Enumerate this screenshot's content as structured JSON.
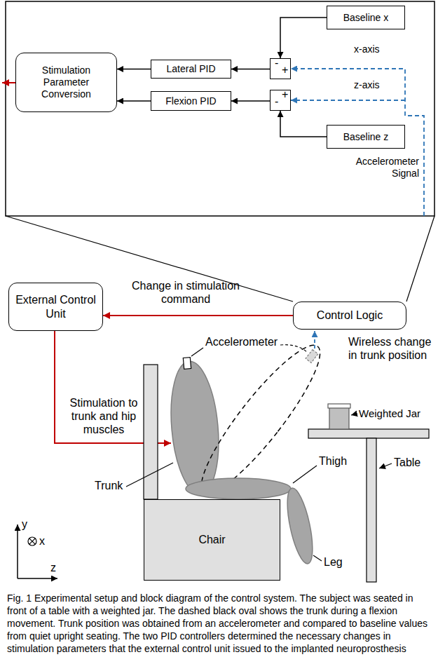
{
  "diagram": {
    "caption": "Fig. 1 Experimental setup and block diagram of the control system. The subject was seated in front of a table with a weighted jar. The dashed black oval shows the trunk during a flexion movement. Trunk position was obtained from an accelerometer and compared to baseline values from quiet upright seating. The two PID controllers determined the necessary changes in stimulation parameters that the external control unit issued to the implanted neuroprosthesis",
    "nodes": [
      {
        "text": [
          "Baseline x"
        ]
      },
      {
        "text": [
          "Stimulation Parameter Conversion"
        ]
      },
      {
        "text": [
          "Lateral PID"
        ]
      },
      {
        "text": [
          "-",
          "+"
        ]
      },
      {
        "text": [
          "Flexion PID"
        ]
      },
      {
        "text": [
          "+",
          "-"
        ]
      },
      {
        "text": [
          "Baseline z"
        ]
      },
      {
        "text": [
          "External Control Unit"
        ]
      },
      {
        "text": [
          "Control Logic"
        ]
      },
      {
        "text": [
          "Chair"
        ]
      }
    ],
    "edges": [
      {
        "from": 0,
        "to": 3,
        "arrow": "to"
      },
      {
        "from": 3,
        "to": 2,
        "arrow": "to"
      },
      {
        "from": 2,
        "to": 1,
        "arrow": "to"
      },
      {
        "from": 6,
        "to": 5,
        "arrow": "to"
      },
      {
        "from": 5,
        "to": 4,
        "arrow": "to"
      },
      {
        "from": 4,
        "to": 1,
        "arrow": "to"
      },
      {
        "from": 8,
        "to": 7,
        "arrow": "to",
        "label": "Change in stimulation command"
      }
    ],
    "labels": [
      "x-axis",
      "z-axis",
      "Accelerometer Signal",
      "Wireless change in trunk position",
      "Accelerometer",
      "Weighted Jar",
      "Stimulation to trunk and hip muscles",
      "Table",
      "Trunk",
      "Thigh",
      "Leg",
      "y",
      "x",
      "z"
    ]
  }
}
